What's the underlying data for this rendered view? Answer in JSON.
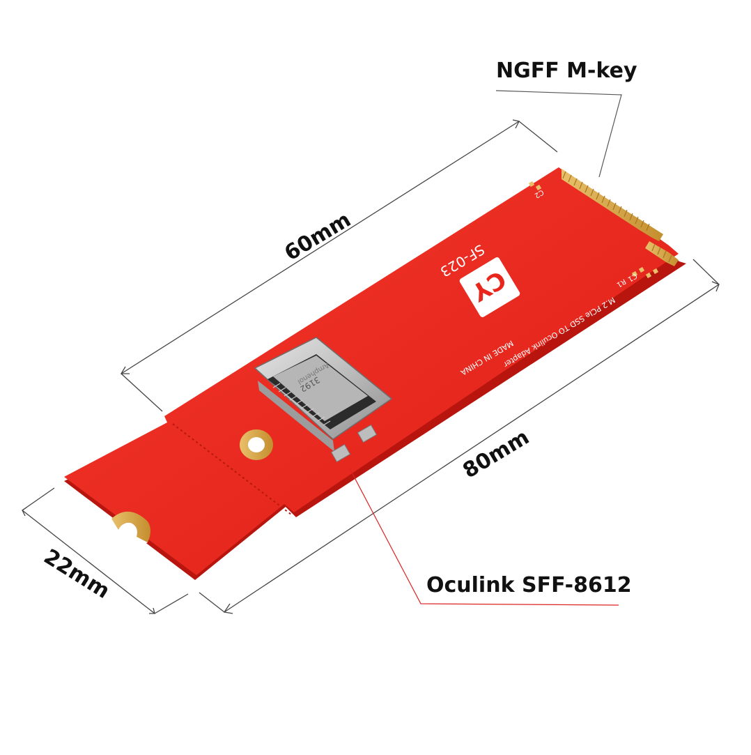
{
  "labels": {
    "ngff": "NGFF M-key",
    "oculink": "Oculink SFF-8612",
    "dim_60": "60mm",
    "dim_80": "80mm",
    "dim_22": "22mm"
  },
  "board": {
    "model": "SF-023",
    "logo": "CY",
    "description_line1": "M.2 PCIe SSD TO Oculink Adapter",
    "description_line2": "MADE IN CHINA",
    "connector_marking1": "3192",
    "connector_marking2": "Amphenol",
    "silk_c1": "C1",
    "silk_c2": "C2",
    "silk_r1": "R1",
    "pcb_color": "#e8261c",
    "gold_color": "#d9a94a"
  }
}
